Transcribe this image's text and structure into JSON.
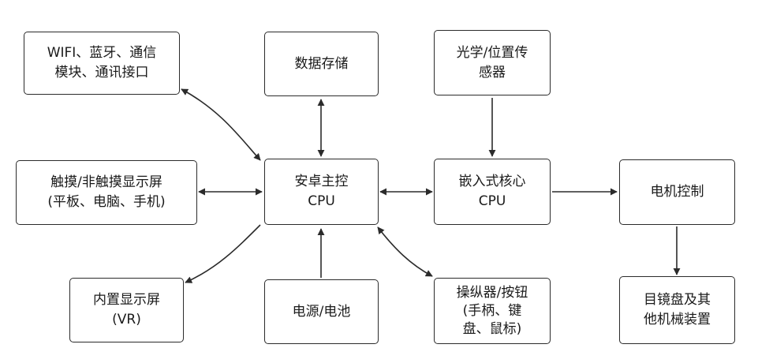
{
  "colors": {
    "stroke": "#2b2b2b",
    "background": "#ffffff",
    "text": "#1a1a1a"
  },
  "nodes": {
    "wifi": {
      "line1": "WIFI、蓝牙、通信",
      "line2": "模块、通讯接口"
    },
    "storage": {
      "line1": "数据存储"
    },
    "sensor": {
      "line1": "光学/位置传",
      "line2": "感器"
    },
    "display": {
      "line1": "触摸/非触摸显示屏",
      "line2": "(平板、电脑、手机)"
    },
    "android": {
      "line1": "安卓主控",
      "line2": "CPU"
    },
    "embedded": {
      "line1": "嵌入式核心",
      "line2": "CPU"
    },
    "motor": {
      "line1": "电机控制"
    },
    "vr": {
      "line1": "内置显示屏",
      "line2": "(VR)"
    },
    "power": {
      "line1": "电源/电池"
    },
    "controller": {
      "line1": "操纵器/按钮",
      "line2": "(手柄、键",
      "line3": "盘、鼠标)"
    },
    "lens": {
      "line1": "目镜盘及其",
      "line2": "他机械装置"
    }
  }
}
